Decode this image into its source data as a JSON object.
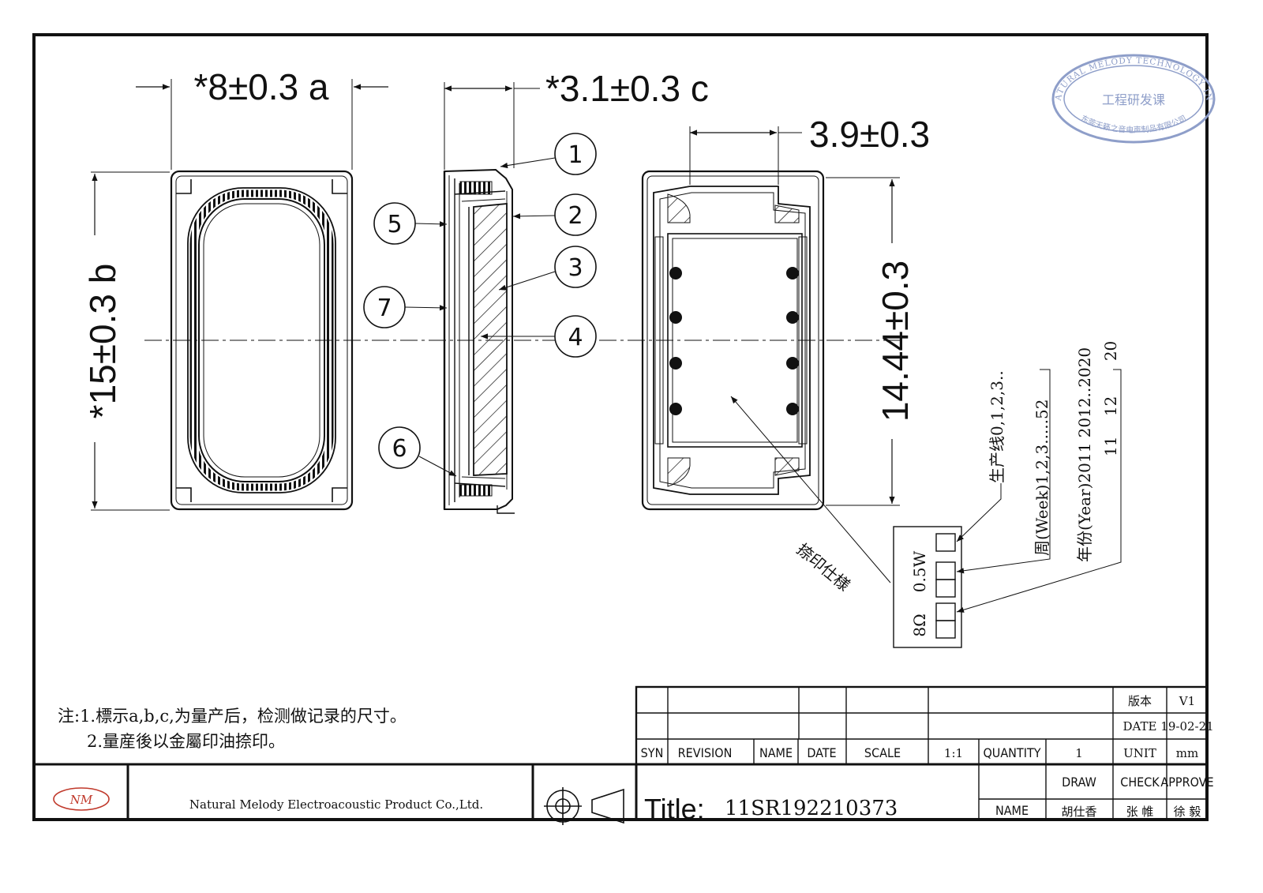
{
  "dimensions": {
    "width_a": "*8±0.3 a",
    "height_b": "*15±0.3 b",
    "thickness_c": "*3.1±0.3 c",
    "back_width": "3.9±0.3",
    "back_height": "14.44±0.3"
  },
  "callouts": [
    "1",
    "2",
    "3",
    "4",
    "5",
    "6",
    "7"
  ],
  "marking": {
    "label": "捺印仕様",
    "power": "0.5W",
    "impedance": "8Ω",
    "production_line": "生产线0,1,2,3..",
    "week": "周(Week)1,2,3.....52",
    "year": "年份(Year)2011 2012..2020",
    "year_codes": "11    12       20"
  },
  "notes": {
    "line1": "注:1.標示a,b,c,为量产后，检测做记录的尺寸。",
    "line2": "2.量産後以金屬印油捺印。"
  },
  "stamp": {
    "outer_text": "NATURAL MELODY TECHNOLOGY INC",
    "center_text": "工程研发课",
    "bottom_text": "东莞天籁之音电声制品有限公司"
  },
  "title_block": {
    "version_label": "版本",
    "version_value": "V1",
    "date_label": "DATE",
    "date_value": "19-02-21",
    "syn": "SYN",
    "revision": "REVISION",
    "name_col": "NAME",
    "date_col": "DATE",
    "scale_label": "SCALE",
    "scale_value": "1:1",
    "quantity_label": "QUANTITY",
    "quantity_value": "1",
    "unit_label": "UNIT",
    "unit_value": "mm",
    "logo_text": "NM",
    "company": "Natural Melody Electroacoustic Product Co.,Ltd.",
    "title_label": "Title:",
    "title_value": "11SR192210373",
    "draw_label": "DRAW",
    "check_label": "CHECK",
    "approve_label": "APPROVE",
    "name_label": "NAME",
    "draw_name": "胡仕香",
    "check_name": "张 帷",
    "approve_name": "徐 毅"
  },
  "colors": {
    "ink": "#111111",
    "stamp": "#8e9ec9",
    "logo": "#c0392b"
  }
}
